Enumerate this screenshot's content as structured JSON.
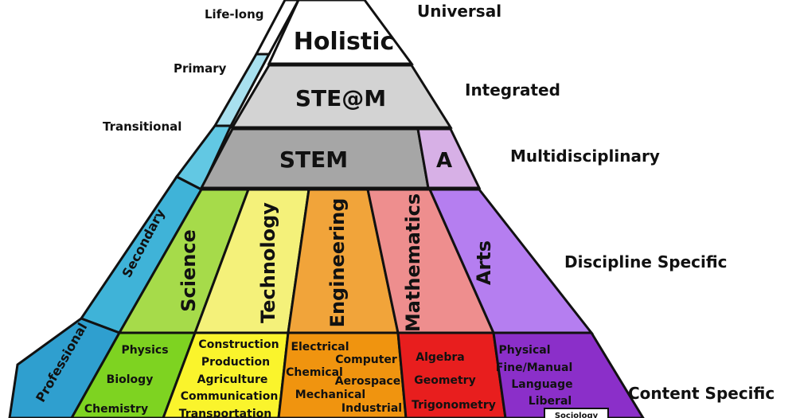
{
  "left_labels": {
    "lifelong": "Life-long",
    "primary": "Primary",
    "transitional": "Transitional",
    "secondary": "Secondary",
    "professional": "Professional"
  },
  "right_labels": {
    "universal": "Universal",
    "integrated": "Integrated",
    "multidisciplinary": "Multidisciplinary",
    "discipline_specific": "Discipline Specific",
    "content_specific": "Content Specific"
  },
  "tiers": {
    "holistic": "Holistic",
    "steam": "STE@M",
    "stem": "STEM",
    "a": "A"
  },
  "disciplines": {
    "science": "Science",
    "technology": "Technology",
    "engineering": "Engineering",
    "mathematics": "Mathematics",
    "arts": "Arts"
  },
  "content": {
    "science": [
      "Physics",
      "Biology",
      "Chemistry"
    ],
    "technology": [
      "Construction",
      "Production",
      "Agriculture",
      "Communication",
      "Transportation"
    ],
    "engineering": [
      "Electrical",
      "Computer",
      "Chemical",
      "Aerospace",
      "Mechanical",
      "Industrial"
    ],
    "mathematics": [
      "Algebra",
      "Geometry",
      "Trigonometry"
    ],
    "arts": [
      "Physical",
      "Fine/Manual",
      "Language",
      "Liberal",
      "Sociology"
    ]
  },
  "colors": {
    "holistic": "#ffffff",
    "steam": "#d3d3d3",
    "stem": "#a6a6a6",
    "a_block": "#d7b0e6",
    "edge_light": "#a8e0ef",
    "edge_mid": "#62c8e3",
    "edge_dark": "#3fb3d8",
    "edge_prof": "#2f9fcf",
    "science": "#a6db4a",
    "technology": "#f4f17a",
    "engineering": "#f1a43a",
    "mathematics": "#ee8e8e",
    "arts": "#b57ef0",
    "science_content": "#7ed321",
    "technology_content": "#faf42c",
    "engineering_content": "#f0940f",
    "mathematics_content": "#e81e1e",
    "arts_content": "#8b2fc9"
  }
}
